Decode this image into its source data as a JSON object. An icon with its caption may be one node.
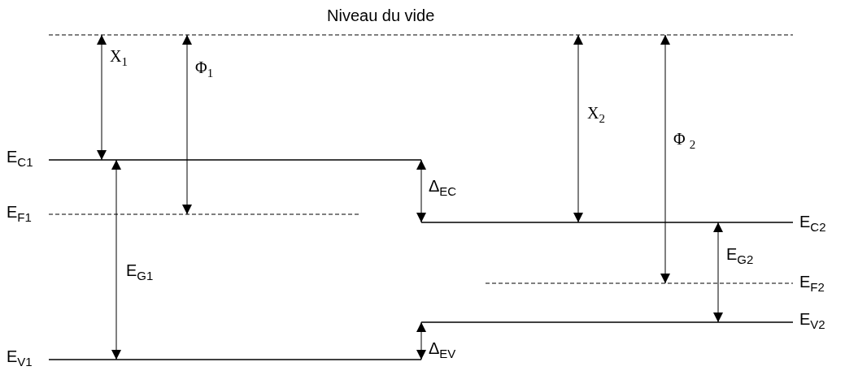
{
  "diagram": {
    "labels": [
      "Niveau du vide",
      "X$_{1}$",
      "Φ$_{1}$",
      "X$_{2}$",
      "Φ $_{2}$",
      "E$_{C1}$",
      "Δ$_{EC}$",
      "E$_{F1}$",
      "E$_{C2}$",
      "E$_{G1}$",
      "E$_{G2}$",
      "E$_{F2}$",
      "E$_{V2}$",
      "Δ$_{EV}$",
      "E$_{V1}$"
    ]
  }
}
